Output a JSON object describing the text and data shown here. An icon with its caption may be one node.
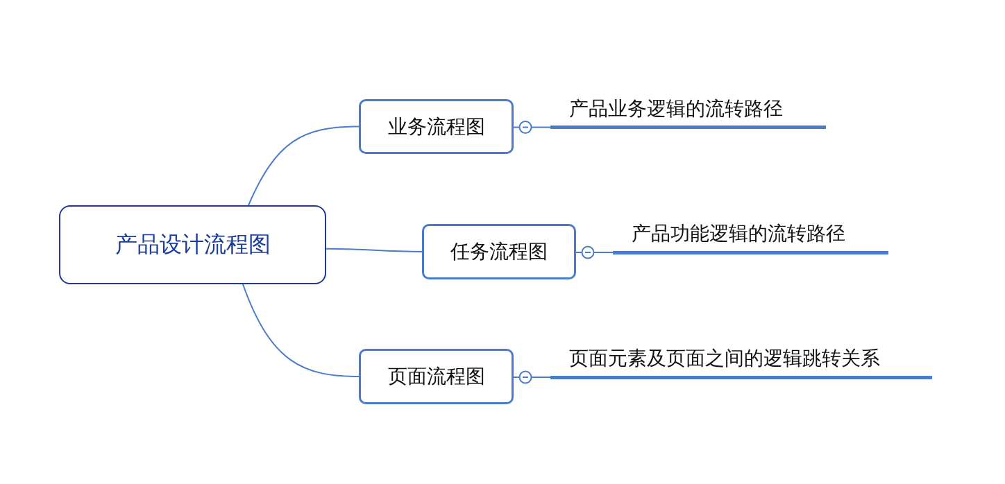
{
  "diagram": {
    "nodes": [
      {
        "text": [
          "产品设计流程图"
        ]
      },
      {
        "text": [
          "业务流程图"
        ]
      },
      {
        "text": [
          "任务流程图"
        ]
      },
      {
        "text": [
          "页面流程图"
        ]
      },
      {
        "text": [
          "产品业务逻辑的流转路径"
        ]
      },
      {
        "text": [
          "产品功能逻辑的流转路径"
        ]
      },
      {
        "text": [
          "页面元素及页面之间的逻辑跳转关系"
        ]
      }
    ],
    "edges": [
      {
        "from": 0,
        "to": 1,
        "arrow": "none"
      },
      {
        "from": 0,
        "to": 2,
        "arrow": "none"
      },
      {
        "from": 0,
        "to": 3,
        "arrow": "none"
      },
      {
        "from": 1,
        "to": 4,
        "arrow": "none"
      },
      {
        "from": 2,
        "to": 5,
        "arrow": "none"
      },
      {
        "from": 3,
        "to": 6,
        "arrow": "none"
      }
    ]
  }
}
